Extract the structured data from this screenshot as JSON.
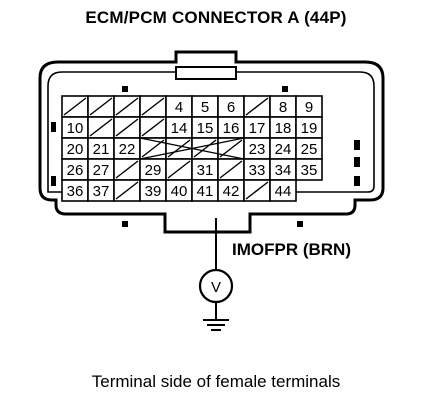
{
  "diagram": {
    "title": "ECM/PCM CONNECTOR A (44P)",
    "wire_label": "IMOFPR (BRN)",
    "caption": "Terminal side of female terminals",
    "meter_symbol": "V",
    "rows": [
      [
        "",
        "",
        "",
        "",
        "4",
        "5",
        "6",
        "",
        "8",
        "9"
      ],
      [
        "10",
        "",
        "",
        "",
        "14",
        "15",
        "16",
        "17",
        "18",
        "19"
      ],
      [
        "20",
        "21",
        "22",
        "",
        "",
        "",
        "",
        "23",
        "24",
        "25"
      ],
      [
        "26",
        "27",
        "",
        "29",
        "",
        "31",
        "",
        "33",
        "34",
        "35"
      ],
      [
        "36",
        "37",
        "",
        "39",
        "40",
        "41",
        "42",
        "",
        "44"
      ]
    ],
    "probed_terminal": "41"
  }
}
